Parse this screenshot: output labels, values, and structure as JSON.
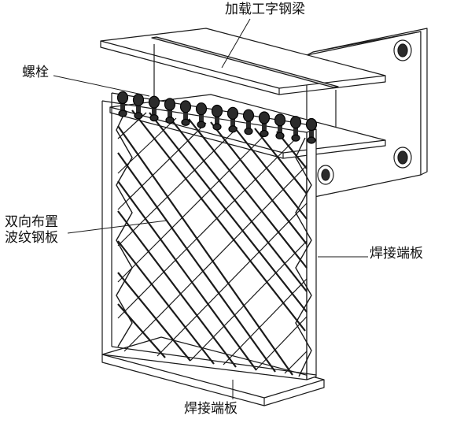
{
  "labels": {
    "beam": "加载工字钢梁",
    "bolt": "螺栓",
    "panel_line1": "双向布置",
    "panel_line2": "波纹钢板",
    "end_plate_right": "焊接端板",
    "end_plate_bottom": "焊接端板"
  },
  "colors": {
    "stroke": "#1a1a1a",
    "face": "#ffffff",
    "bolt": "#2b2b2b"
  },
  "bolt_count": 13
}
